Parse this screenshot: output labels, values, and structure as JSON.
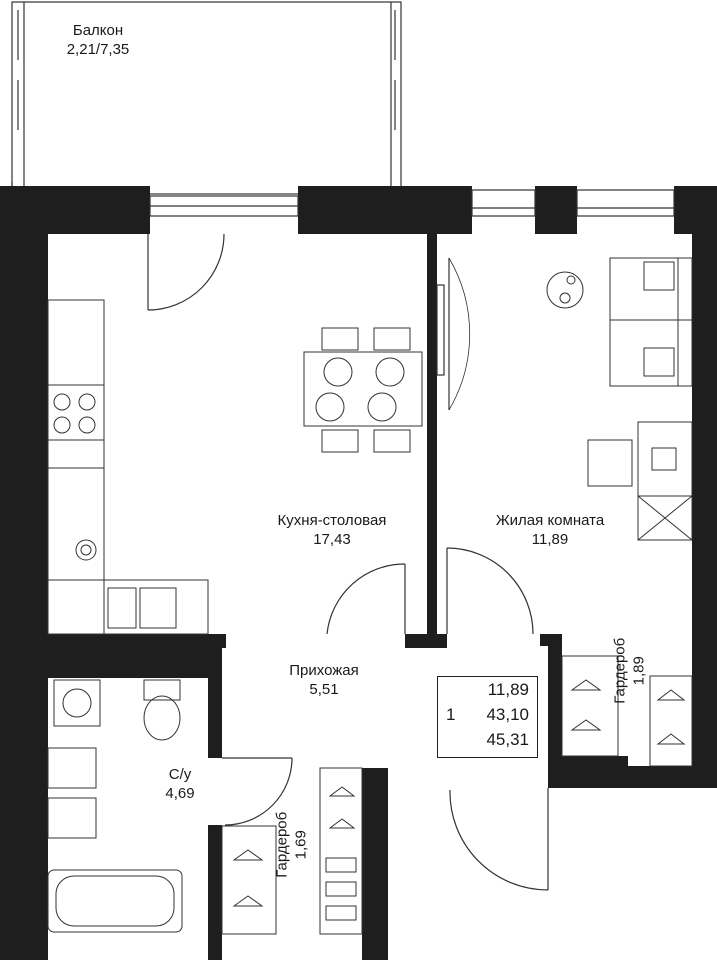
{
  "rooms": {
    "balcony": {
      "name": "Балкон",
      "area": "2,21/7,35"
    },
    "kitchen": {
      "name": "Кухня-столовая",
      "area": "17,43"
    },
    "living": {
      "name": "Жилая комната",
      "area": "11,89"
    },
    "hallway": {
      "name": "Прихожая",
      "area": "5,51"
    },
    "bathroom": {
      "name": "С/у",
      "area": "4,69"
    },
    "wardrobe_hall": {
      "name": "Гардероб",
      "area": "1,69"
    },
    "wardrobe_room": {
      "name": "Гардероб",
      "area": "1,89"
    }
  },
  "summary": {
    "rooms_count": "1",
    "living_area": "11,89",
    "net_area": "43,10",
    "total_area": "45,31"
  },
  "colors": {
    "wall": "#1e1e1e",
    "line": "#333333",
    "background": "#ffffff"
  }
}
